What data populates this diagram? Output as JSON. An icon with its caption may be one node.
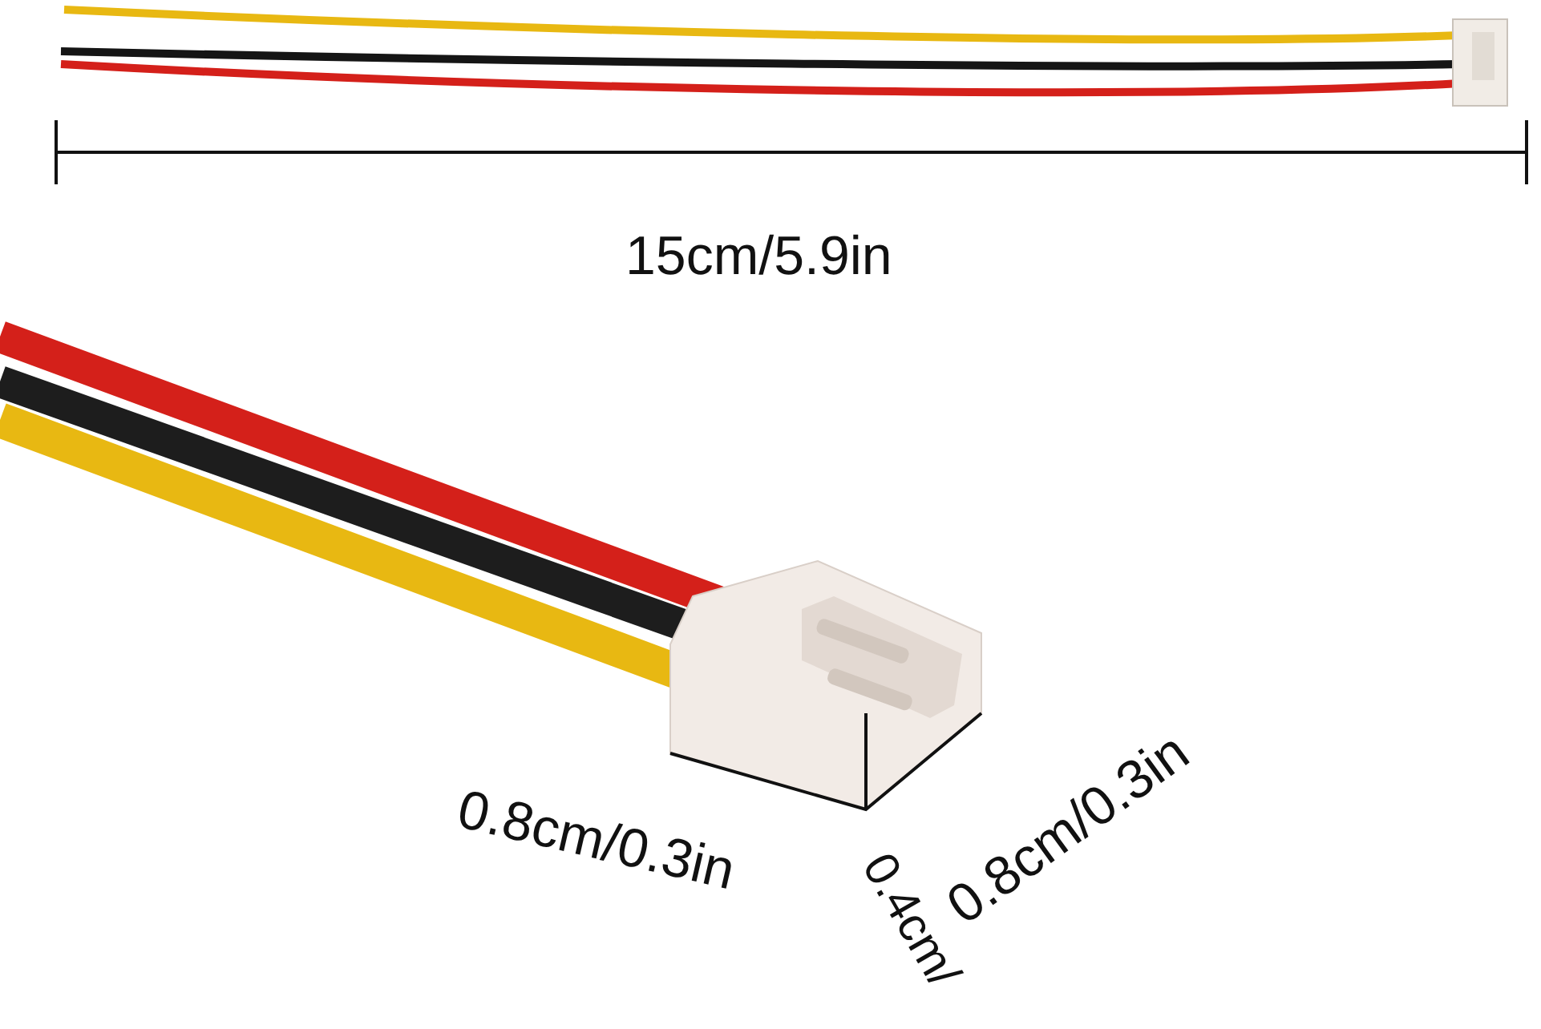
{
  "diagram": {
    "labels": [
      "15cm/5.9in",
      "0.8cm/0.3in",
      "0.8cm/0.3in",
      "0.4cm/"
    ]
  }
}
